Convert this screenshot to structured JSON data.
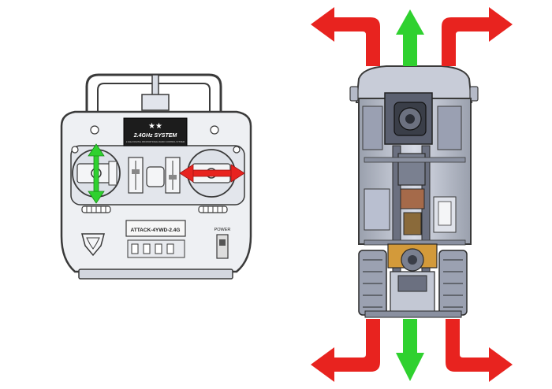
{
  "transmitter": {
    "brand_stars": "★★",
    "system_label": "2.4GHz SYSTEM",
    "system_subtext": "2.4GHz DIGITAL PROPORTIONAL RADIO CONTROL SYSTEM",
    "model_label": "ATTACK-4YWD-2.4G",
    "power_label": "POWER"
  },
  "colors": {
    "arrow_red": "#e8231f",
    "arrow_green": "#2fd12f",
    "outline": "#3a3a3a",
    "body_fill": "#eef0f3"
  },
  "icons": {
    "transmitter": "radio-transmitter-icon",
    "truck": "truck-chassis-top-view-icon",
    "green_arrow": "double-arrow-vertical-icon",
    "red_arrow": "double-arrow-horizontal-icon"
  }
}
